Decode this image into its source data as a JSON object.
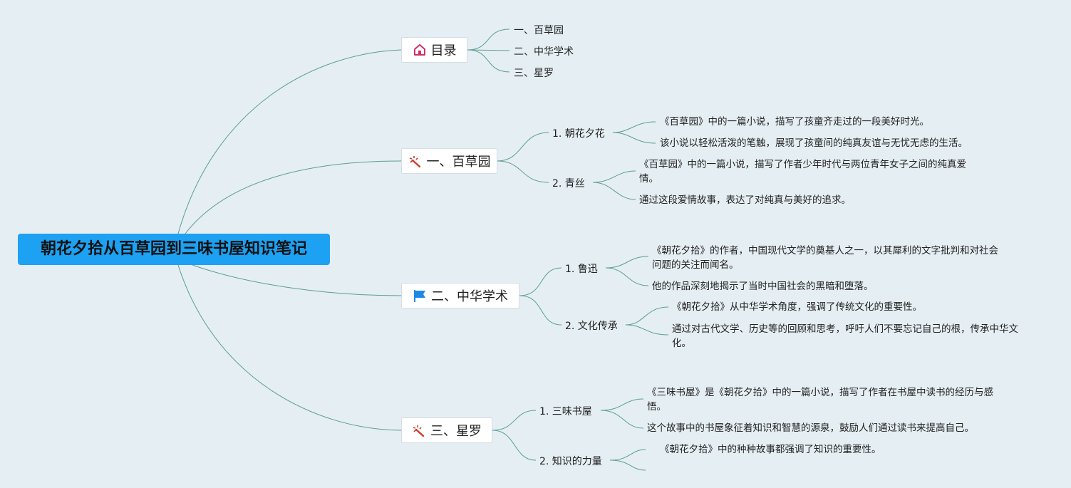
{
  "root": {
    "title": "朝花夕拾从百草园到三味书屋知识笔记"
  },
  "branches": {
    "toc": {
      "label": "目录",
      "icon": "house-icon",
      "items": [
        "一、百草园",
        "二、中华学术",
        "三、星罗"
      ]
    },
    "baicaoyuan": {
      "label": "一、百草园",
      "icon": "magic-wand-icon",
      "subs": [
        {
          "label": "1. 朝花夕花",
          "leaves": [
            "《百草园》中的一篇小说，描写了孩童齐走过的一段美好时光。",
            "该小说以轻松活泼的笔触，展现了孩童间的纯真友谊与无忧无虑的生活。"
          ]
        },
        {
          "label": "2. 青丝",
          "leaves": [
            "《百草园》中的一篇小说，描写了作者少年时代与两位青年女子之间的纯真爱情。",
            "通过这段爱情故事，表达了对纯真与美好的追求。"
          ]
        }
      ]
    },
    "zhonghua": {
      "label": "二、中华学术",
      "icon": "flag-icon",
      "subs": [
        {
          "label": "1. 鲁迅",
          "leaves": [
            "《朝花夕拾》的作者，中国现代文学的奠基人之一，以其犀利的文字批判和对社会问题的关注而闻名。",
            "他的作品深刻地揭示了当时中国社会的黑暗和堕落。"
          ]
        },
        {
          "label": "2. 文化传承",
          "leaves": [
            "《朝花夕拾》从中华学术角度，强调了传统文化的重要性。",
            "通过对古代文学、历史等的回顾和思考，呼吁人们不要忘记自己的根，传承中华文化。"
          ]
        }
      ]
    },
    "xingluo": {
      "label": "三、星罗",
      "icon": "magic-wand-icon",
      "subs": [
        {
          "label": "1. 三味书屋",
          "leaves": [
            "《三味书屋》是《朝花夕拾》中的一篇小说，描写了作者在书屋中读书的经历与感悟。",
            "这个故事中的书屋象征着知识和智慧的源泉，鼓励人们通过读书来提高自己。"
          ]
        },
        {
          "label": "2. 知识的力量",
          "leaves": [
            "《朝花夕拾》中的种种故事都强调了知识的重要性。"
          ]
        }
      ]
    }
  },
  "colors": {
    "root_fill": "#1da1f2",
    "line": "#5a9e96",
    "background": "#e5eef3"
  }
}
